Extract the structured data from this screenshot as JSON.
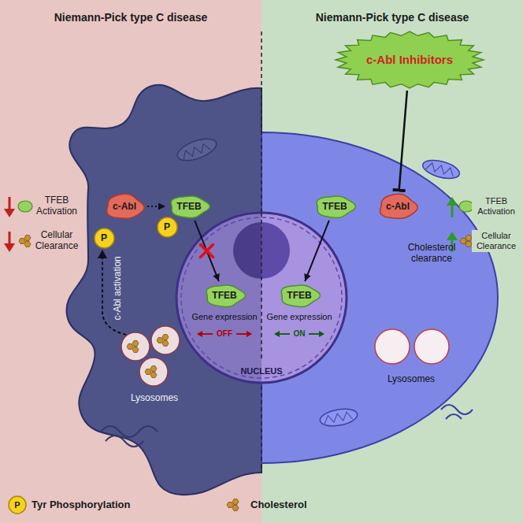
{
  "diagram": {
    "nodes": [
      {
        "text": [
          "c-Abl Inhibitors"
        ]
      },
      {
        "text": [
          "c-Abl"
        ]
      },
      {
        "text": [
          "P"
        ]
      },
      {
        "text": [
          "TFEB"
        ]
      },
      {
        "text": [
          "P"
        ]
      },
      {
        "text": [
          "NUCLEUS"
        ]
      },
      {
        "text": [
          "TFEB"
        ],
        "in": 5
      },
      {
        "text": [
          "TFEB"
        ],
        "in": 5
      },
      {
        "text": [
          "c-Abl"
        ]
      },
      {
        "text": [
          "TFEB"
        ]
      }
    ],
    "edges": [
      {
        "from": 0,
        "to": 8,
        "arrow": "to"
      },
      {
        "from": 1,
        "to": 3,
        "arrow": "to"
      },
      {
        "from": 3,
        "to": 6,
        "arrow": "to"
      },
      {
        "from": 9,
        "to": 7,
        "arrow": "to"
      }
    ],
    "labels": [
      "Niemann-Pick type C disease",
      "Niemann-Pick type C disease",
      "TFEB Activation",
      "Cellular Clearance",
      "c-Abl activation",
      "Lysosomes",
      "Gene expression",
      "OFF",
      "Gene expression",
      "ON",
      "TFEB Activation",
      "Cellular Clearance",
      "Cholesterol clearance",
      "Lysosomes",
      "P"
    ],
    "legend": [
      {
        "text": "Tyr Phosphorylation"
      },
      {
        "text": "Cholesterol"
      }
    ]
  }
}
